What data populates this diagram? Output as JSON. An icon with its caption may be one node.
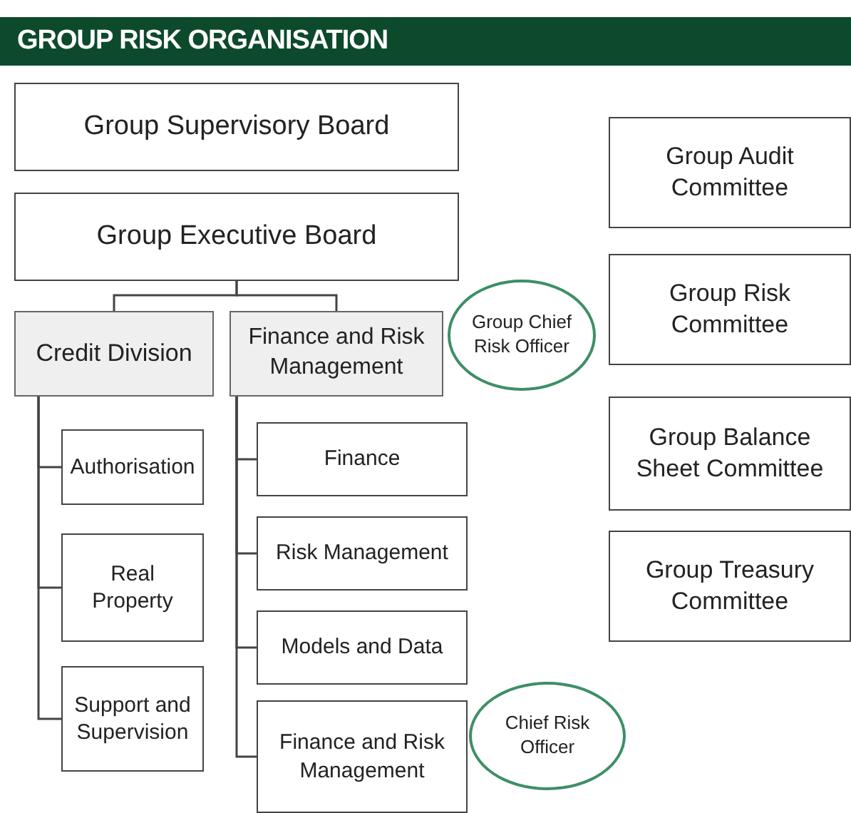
{
  "diagram": {
    "title": "GROUP RISK ORGANISATION",
    "nodes": [
      {
        "text": [
          "Group Supervisory Board"
        ]
      },
      {
        "text": [
          "Group Executive Board"
        ]
      },
      {
        "text": [
          "Credit Division"
        ]
      },
      {
        "text": [
          "Finance and Risk Management"
        ]
      },
      {
        "text": [
          "Group Chief Risk Officer"
        ]
      },
      {
        "text": [
          "Authorisation"
        ]
      },
      {
        "text": [
          "Real Property"
        ]
      },
      {
        "text": [
          "Support and Supervision"
        ]
      },
      {
        "text": [
          "Finance"
        ]
      },
      {
        "text": [
          "Risk Management"
        ]
      },
      {
        "text": [
          "Models and Data"
        ]
      },
      {
        "text": [
          "Finance and Risk Management"
        ]
      },
      {
        "text": [
          "Chief Risk Officer"
        ]
      },
      {
        "text": [
          "Group Audit Committee"
        ]
      },
      {
        "text": [
          "Group Risk Committee"
        ]
      },
      {
        "text": [
          "Group Balance Sheet Committee"
        ]
      },
      {
        "text": [
          "Group Treasury Committee"
        ]
      }
    ],
    "edges": [
      {
        "from": 1,
        "to": 2,
        "arrow": "none"
      },
      {
        "from": 1,
        "to": 3,
        "arrow": "none"
      },
      {
        "from": 2,
        "to": 5,
        "arrow": "none"
      },
      {
        "from": 2,
        "to": 6,
        "arrow": "none"
      },
      {
        "from": 2,
        "to": 7,
        "arrow": "none"
      },
      {
        "from": 3,
        "to": 8,
        "arrow": "none"
      },
      {
        "from": 3,
        "to": 9,
        "arrow": "none"
      },
      {
        "from": 3,
        "to": 10,
        "arrow": "none"
      },
      {
        "from": 3,
        "to": 11,
        "arrow": "none"
      }
    ]
  }
}
